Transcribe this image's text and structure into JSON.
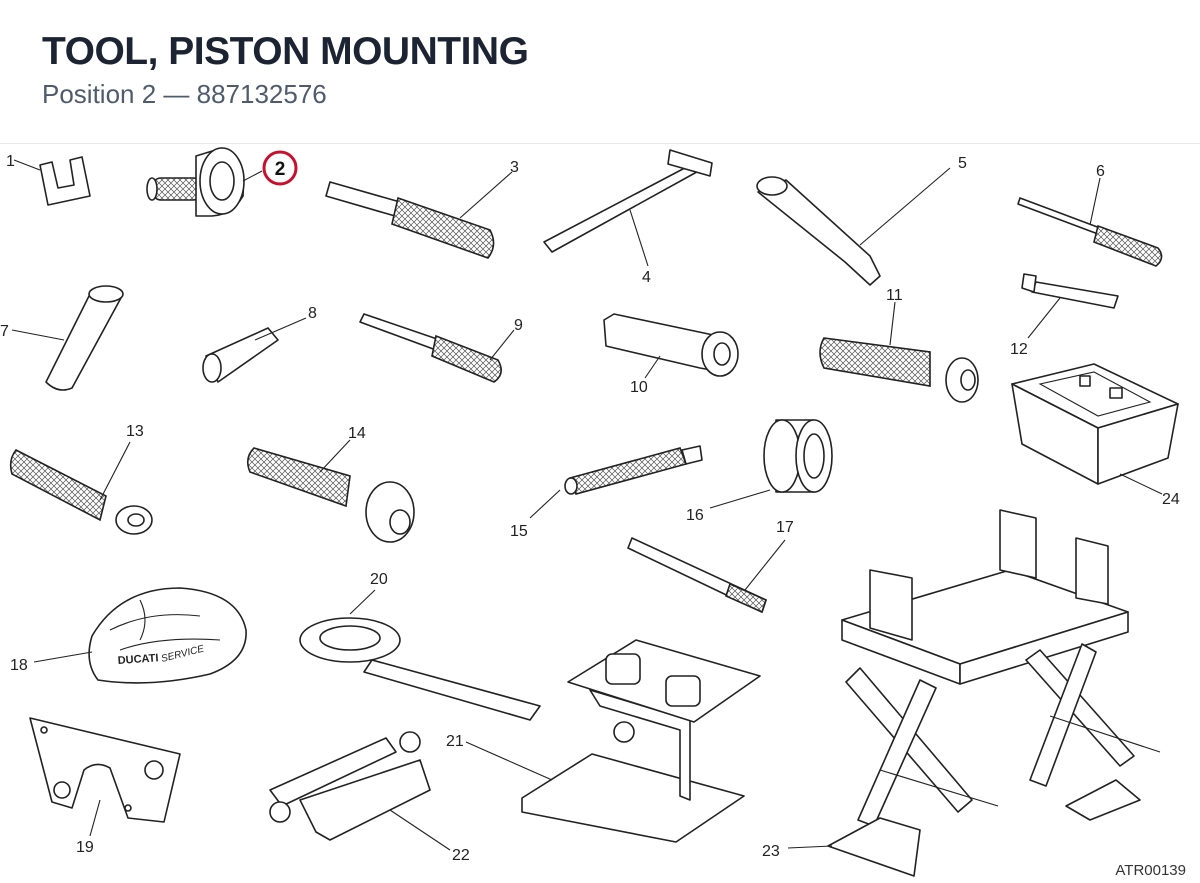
{
  "header": {
    "title": "TOOL, PISTON MOUNTING",
    "subtitle": "Position 2 — 887132576"
  },
  "highlight": {
    "label": "2",
    "color": "#c8102e"
  },
  "labels": [
    "1",
    "3",
    "4",
    "5",
    "6",
    "7",
    "8",
    "9",
    "10",
    "11",
    "12",
    "13",
    "14",
    "15",
    "16",
    "17",
    "18",
    "19",
    "20",
    "21",
    "22",
    "23",
    "24"
  ],
  "logo_text": {
    "brand": "DUCATI",
    "service": "SERVICE"
  },
  "drawing_ref": "ATR00139"
}
